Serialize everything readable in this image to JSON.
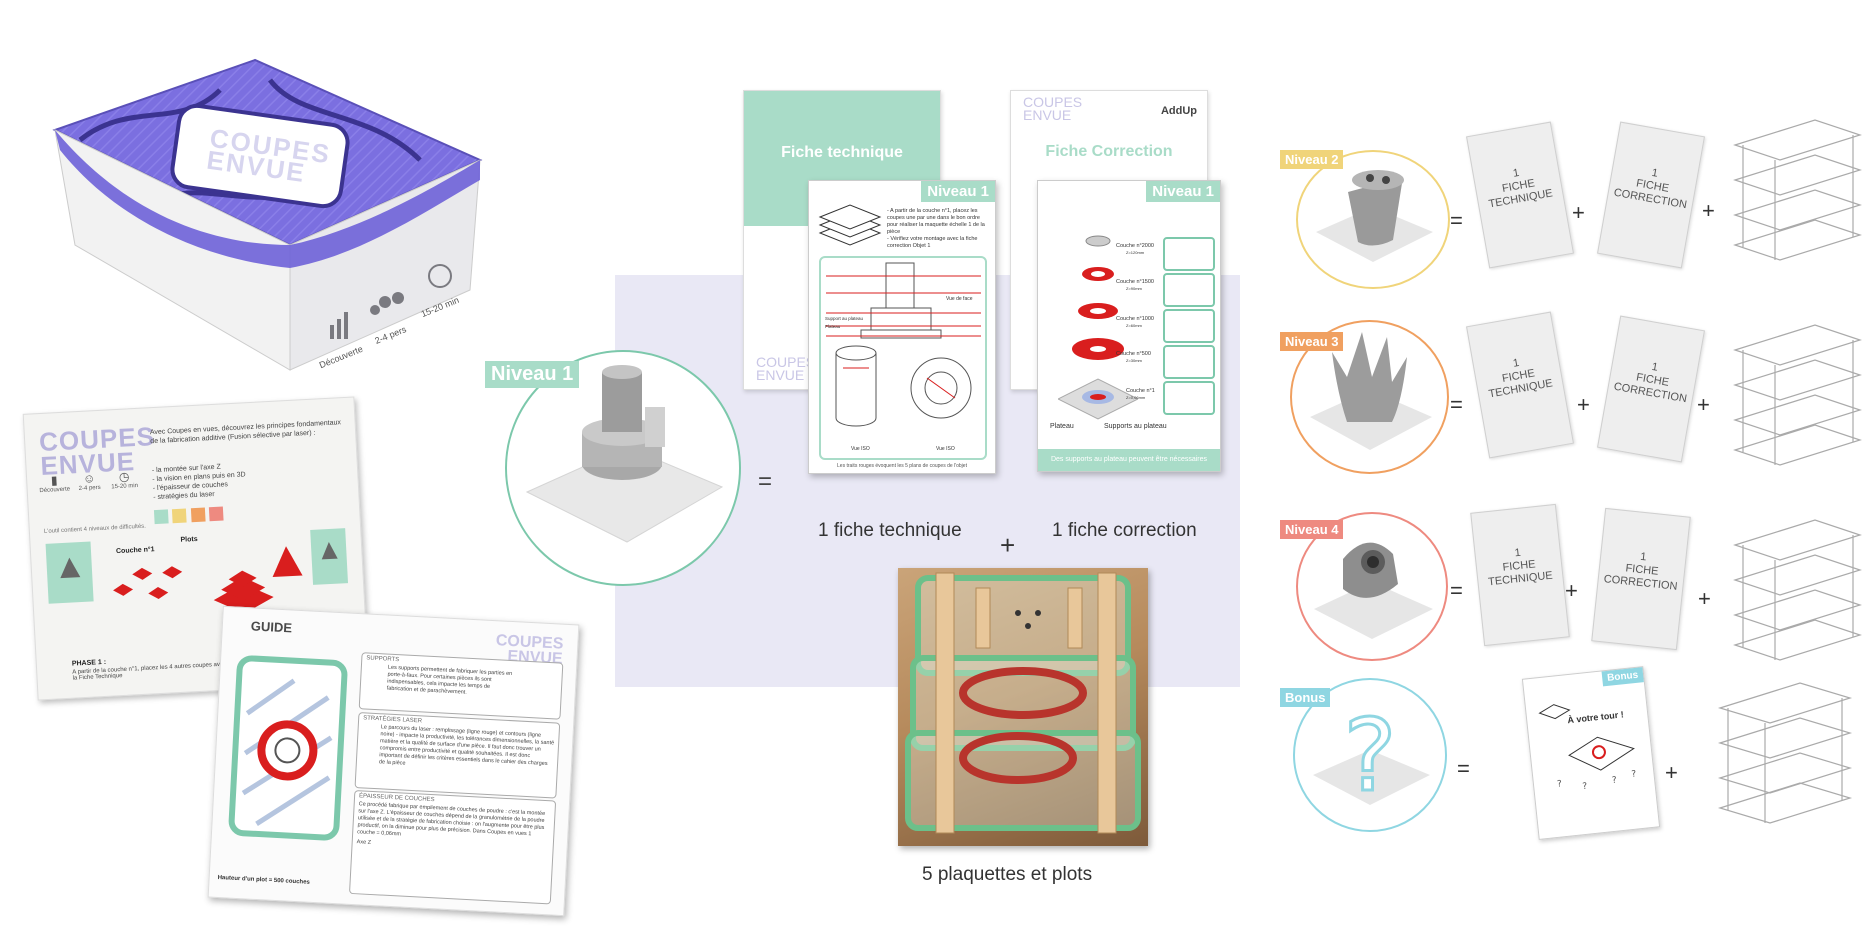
{
  "box": {
    "logo_line1": "COUPES",
    "logo_line2": "ENVUE",
    "stat_difficulty": "Découverte",
    "stat_players": "2-4 pers",
    "stat_time": "15-20 min"
  },
  "rulebook": {
    "title_line1": "COUPES",
    "title_line2": "ENVUE",
    "intro": "Avec Coupes en vues, découvrez les principes fondamentaux de la fabrication additive (Fusion sélective par laser) :",
    "intro_list": "- la montée sur l'axe Z\n- la vision en plans puis en 3D\n- l'épaisseur de couches\n- stratégies du laser",
    "stat_difficulty": "Découverte",
    "stat_players": "2-4 pers",
    "stat_time": "15-20 min",
    "levels_text": "L'outil contient 4 niveaux de difficultés.",
    "couche_label": "Couche n°1",
    "plots_label": "Plots",
    "phase_title": "PHASE 1 :",
    "phase_text": "A partir de la couche n°1, placez les 4 autres coupes avec ... disponibles. Pour vous aider, utilisez la Fiche Technique"
  },
  "guide": {
    "title": "GUIDE",
    "logo_line1": "COUPES",
    "logo_line2": "ENVUE",
    "supports_title": "SUPPORTS",
    "supports_text": "Les supports permettent de fabriquer les parties en porte-à-faux. Pour certaines pièces ils sont indispensables, cela impacte les temps de fabrication et de parachèvement.",
    "laser_title": "STRATÉGIES LASER",
    "laser_text": "Le parcours du laser : remplissage (ligne rouge) et contours (ligne noire) - impacte la productivité, les tolérances dimensionnelles, la santé matière et la qualité de surface d'une pièce. Il faut donc trouver un compromis entre productivité et qualité souhaitées. Il est donc important de définir les critères essentiels dans le cahier des charges de la pièce",
    "layers_title": "ÉPAISSEUR DE COUCHES",
    "layers_text": "Ce procédé fabrique par empilement de couches de poudre : c'est la montée sur l'axe Z. L'épaisseur de couches dépend de la granulométrie de la poudre utilisée et de la stratégie de fabrication choisie : on l'augmente pour être plus productif, on la diminue pour plus de précision. Dans Coupes en vues 1 couche = 0,06mm",
    "axe": "Axe Z",
    "hauteur": "Hauteur d'un plot = 500 couches"
  },
  "main": {
    "level_badge": "Niveau 1",
    "equals": "=",
    "plus": "+",
    "fiche_tech_back_title": "Fiche technique",
    "fiche_corr_back_title": "Fiche Correction",
    "back_logo_line1": "COUPES",
    "back_logo_line2": "ENVUE",
    "addup": "AddUp",
    "card_level": "Niveau 1",
    "fiche_instructions": "- A partir de la couche n°1, placez les coupes une par une dans le bon ordre pour réaliser la maquette échelle 1 de la pièce\n- Vérifiez votre montage avec la fiche correction Objet 1",
    "vue_face": "Vue de face",
    "vue_iso_1": "Vue ISO",
    "vue_iso_2": "Vue ISO",
    "support_label": "Support au plateau",
    "plateau_small": "Plateau",
    "fiche_foot": "Les traits rouges évoquent les 5 plans de coupes de l'objet",
    "couches": [
      "Couche n°2000",
      "Couche n°1500",
      "Couche n°1000",
      "Couche n°500",
      "Couche n°1"
    ],
    "couche_z": [
      "Z=120mm",
      "Z=90mm",
      "Z=60mm",
      "Z=30mm",
      "Z=0,06mm"
    ],
    "plateau": "Plateau",
    "supports_plateau": "Supports au plateau",
    "corr_band": "Des supports au plateau peuvent être nécessaires",
    "caption_fiche": "1 fiche technique",
    "caption_corr": "1 fiche correction",
    "caption_photo": "5 plaquettes et plots"
  },
  "levels": [
    {
      "badge": "Niveau 2",
      "card1": "1\nFICHE\nTECHNIQUE",
      "card2": "1\nFICHE\nCORRECTION",
      "color": "#f0d47a"
    },
    {
      "badge": "Niveau 3",
      "card1": "1\nFICHE\nTECHNIQUE",
      "card2": "1\nFICHE\nCORRECTION",
      "color": "#f0a060"
    },
    {
      "badge": "Niveau 4",
      "card1": "1\nFICHE\nTECHNIQUE",
      "card2": "1\nFICHE\nCORRECTION",
      "color": "#ee8a80"
    }
  ],
  "bonus": {
    "badge": "Bonus",
    "card_badge": "Bonus",
    "card_title": "À votre tour !",
    "color": "#8fd6e2"
  },
  "colors": {
    "accent_green": "#a9dcc8",
    "box_purple": "#7b6fe0",
    "lavender_bg": "#e9e8f5"
  }
}
